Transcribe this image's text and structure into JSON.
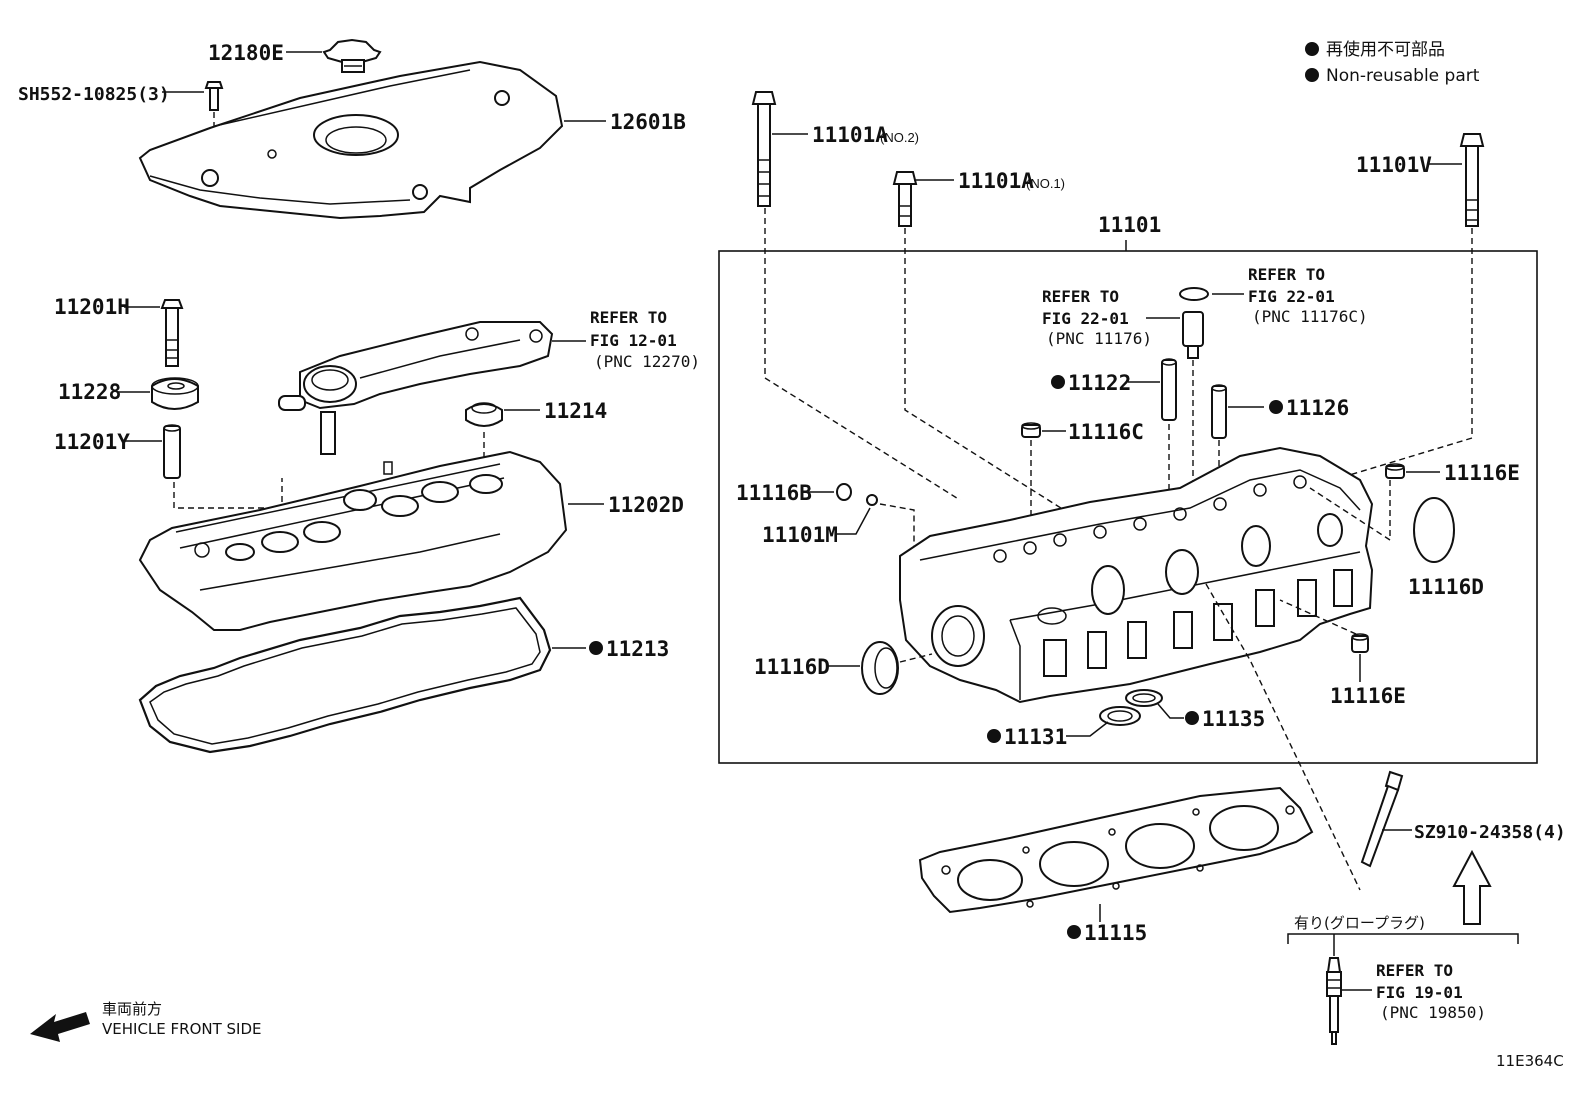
{
  "legend": {
    "jp": "再使用不可部品",
    "en": "Non-reusable part"
  },
  "labels": {
    "p12180E": "12180E",
    "pSH552": "SH552-10825(3)",
    "p12601B": "12601B",
    "p11101A_no2": "11101A",
    "p11101A_no2_sub": "(NO.2)",
    "p11101A_no1": "11101A",
    "p11101A_no1_sub": "(NO.1)",
    "p11101V": "11101V",
    "p11101": "11101",
    "p11201H": "11201H",
    "p11228": "11228",
    "p11201Y": "11201Y",
    "p11214": "11214",
    "p11202D": "11202D",
    "p11213": "11213",
    "p11122": "11122",
    "p11126": "11126",
    "p11116C": "11116C",
    "p11116B": "11116B",
    "p11101M": "11101M",
    "p11116E_top": "11116E",
    "p11116D_right": "11116D",
    "p11116D_left": "11116D",
    "p11116E_bot": "11116E",
    "p11131": "11131",
    "p11135": "11135",
    "p11115": "11115",
    "pSZ910": "SZ910-24358(4)"
  },
  "refs": {
    "fig12_l1": "REFER TO",
    "fig12_l2": "FIG 12-01",
    "fig12_l3": "(PNC 12270)",
    "fig22a_l1": "REFER TO",
    "fig22a_l2": "FIG 22-01",
    "fig22a_l3": "(PNC 11176)",
    "fig22b_l1": "REFER TO",
    "fig22b_l2": "FIG 22-01",
    "fig22b_l3": "(PNC 11176C)",
    "fig19_l1": "REFER TO",
    "fig19_l2": "FIG 19-01",
    "fig19_l3": "(PNC 19850)"
  },
  "glow_note": "有り(グロープラグ)",
  "front": {
    "jp": "車両前方",
    "en": "VEHICLE FRONT SIDE"
  },
  "diagram_code": "11E364C"
}
